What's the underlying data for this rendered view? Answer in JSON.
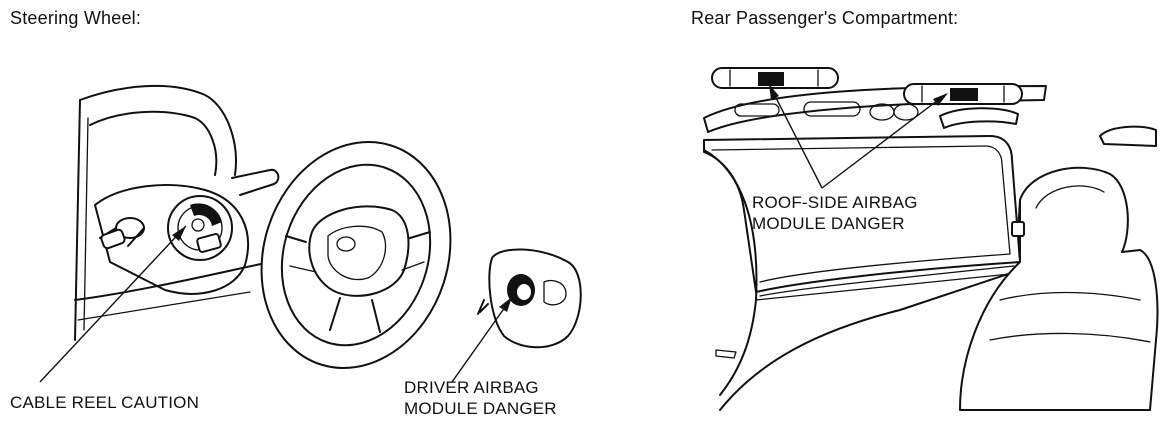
{
  "panels": {
    "left": {
      "heading": "Steering Wheel:",
      "callouts": {
        "cable_reel": "CABLE REEL CAUTION",
        "driver_airbag": [
          "DRIVER AIRBAG",
          "MODULE DANGER"
        ]
      }
    },
    "right": {
      "heading": "Rear Passenger's Compartment:",
      "callouts": {
        "roof_side": [
          "ROOF-SIDE AIRBAG",
          "MODULE DANGER"
        ]
      }
    }
  },
  "colors": {
    "line": "#111111",
    "label_fill": "#111111",
    "background": "#ffffff"
  }
}
